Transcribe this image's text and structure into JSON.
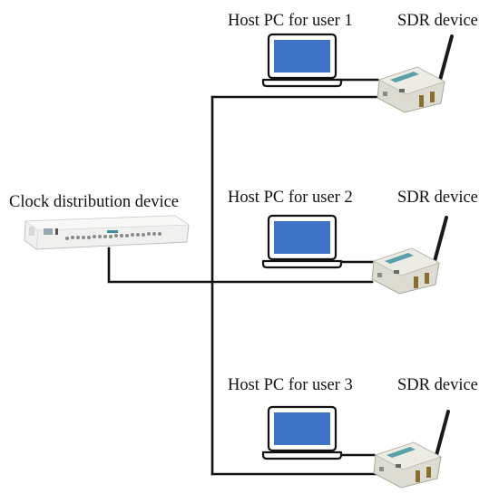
{
  "clock_device": {
    "label": "Clock distribution device"
  },
  "users": [
    {
      "host_label": "Host PC for user 1",
      "sdr_label": "SDR device"
    },
    {
      "host_label": "Host PC for user 2",
      "sdr_label": "SDR device"
    },
    {
      "host_label": "Host PC for user 3",
      "sdr_label": "SDR device"
    }
  ],
  "colors": {
    "line": "#111111",
    "screen": "#3f73c6",
    "laptop_body": "#ffffff",
    "sdr_body": "#dcdcd2",
    "sdr_stripe": "#5aa0a8"
  },
  "icons": {
    "host": "laptop-icon",
    "sdr": "sdr-radio-icon",
    "clock": "clock-distribution-rack-icon"
  }
}
